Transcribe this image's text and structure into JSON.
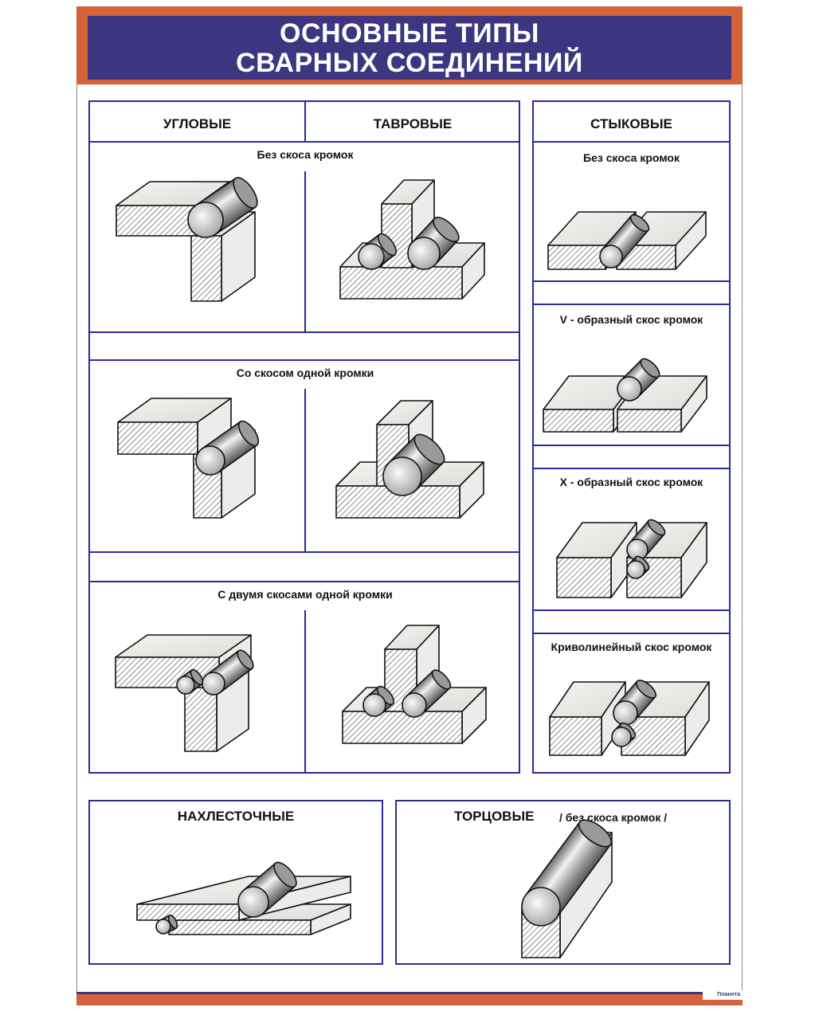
{
  "title": {
    "line1": "ОСНОВНЫЕ ТИПЫ",
    "line2": "СВАРНЫХ СОЕДИНЕНИЙ"
  },
  "left_group": {
    "headers": [
      "УГЛОВЫЕ",
      "ТАВРОВЫЕ"
    ],
    "captions": [
      "Без скоса кромок",
      "Со скосом одной кромки",
      "С двумя скосами одной кромки"
    ]
  },
  "butt": {
    "header": "СТЫКОВЫЕ",
    "captions": [
      "Без скоса кромок",
      "V - образный  скос кромок",
      "X - образный  скос кромок",
      "Криволинейный скос кромок"
    ]
  },
  "lap": {
    "header": "НАХЛЕСТОЧНЫЕ"
  },
  "edge": {
    "header": "ТОРЦОВЫЕ",
    "note": "/ без скоса кромок /"
  },
  "logo": "Планета",
  "colors": {
    "frame": "#d4623a",
    "title_bg": "#3d3580",
    "lines": "#2b2b9a"
  }
}
